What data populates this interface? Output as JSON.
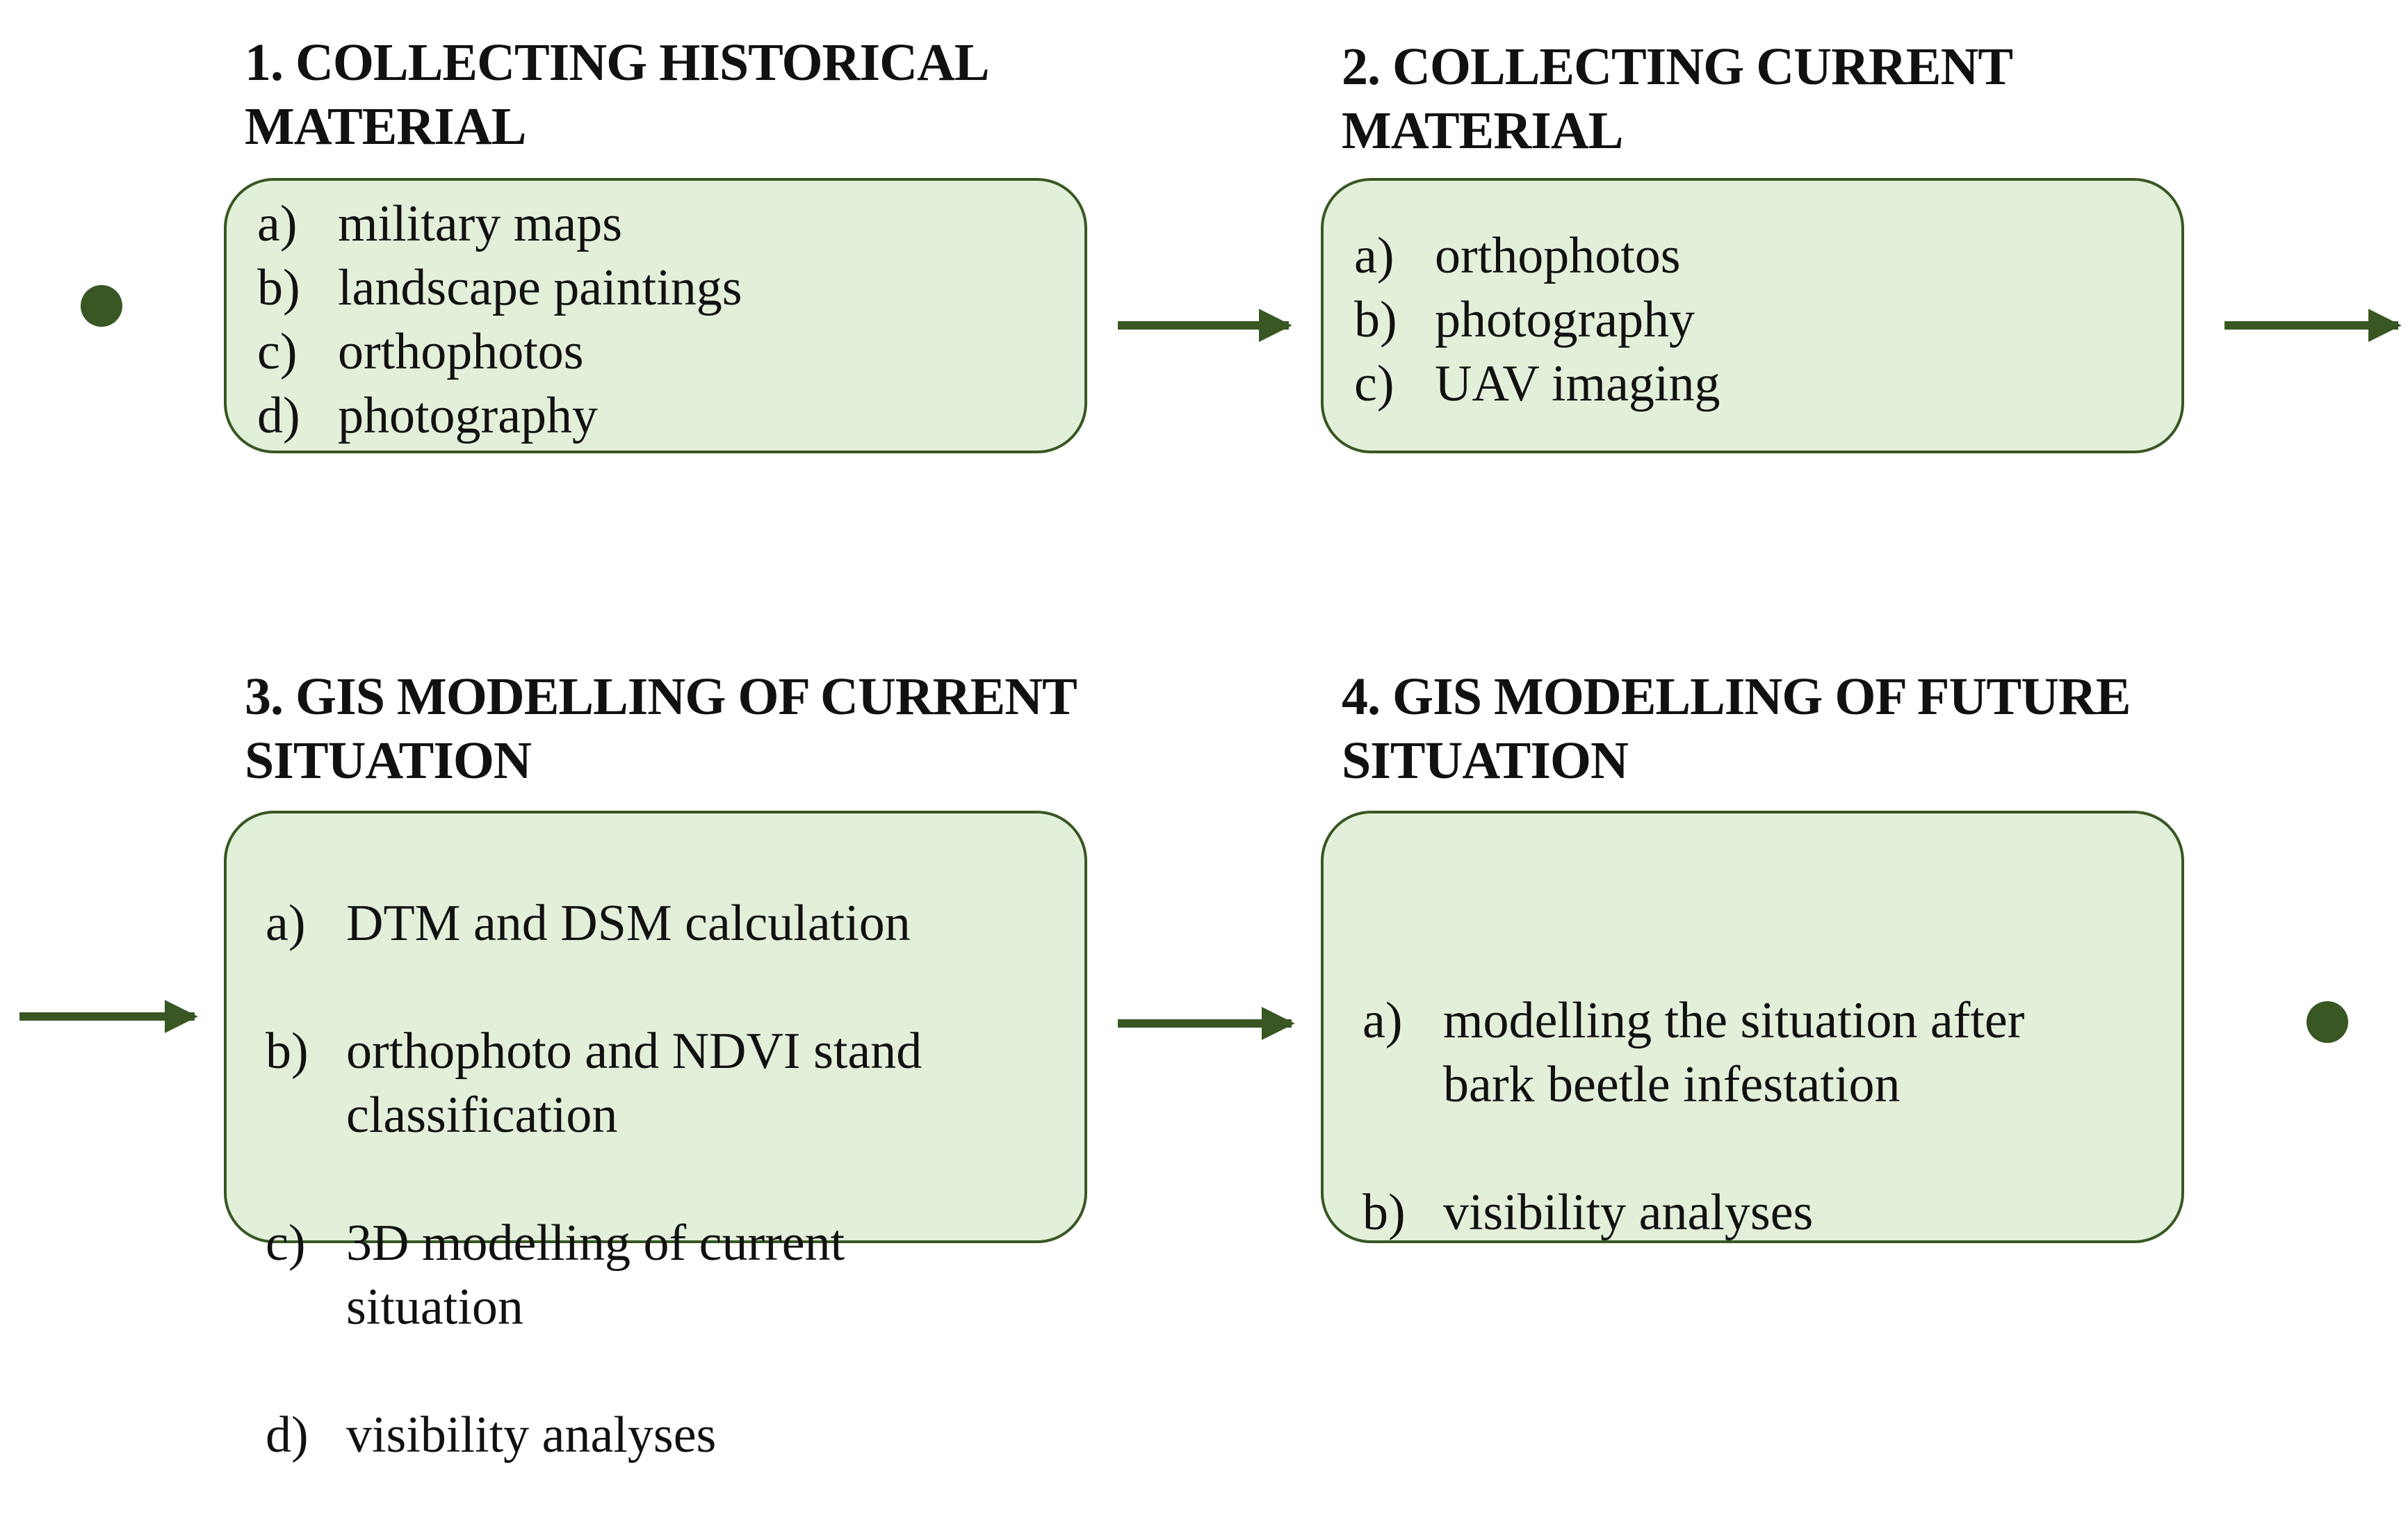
{
  "colors": {
    "box_fill": "#e2efd9",
    "box_border": "#385723",
    "arrow": "#385723",
    "dot": "#385723",
    "text": "#111111"
  },
  "steps": [
    {
      "title": "1. COLLECTING HISTORICAL\nMATERIAL",
      "items": [
        {
          "marker": "a)",
          "text": "military  maps"
        },
        {
          "marker": "b)",
          "text": "landscape paintings"
        },
        {
          "marker": "c)",
          "text": "orthophotos"
        },
        {
          "marker": "d)",
          "text": "photography"
        }
      ]
    },
    {
      "title": "2. COLLECTING CURRENT\nMATERIAL",
      "items": [
        {
          "marker": "a)",
          "text": "orthophotos"
        },
        {
          "marker": "b)",
          "text": "photography"
        },
        {
          "marker": "c)",
          "text": "UAV imaging"
        }
      ]
    },
    {
      "title": "3. GIS MODELLING OF CURRENT\nSITUATION",
      "items": [
        {
          "marker": "a)",
          "text": "DTM and DSM calculation"
        },
        {
          "marker": "b)",
          "text": "orthophoto and NDVI stand\nclassification"
        },
        {
          "marker": "c)",
          "text": "3D modelling  of current\nsituation"
        },
        {
          "marker": "d)",
          "text": "visibility  analyses"
        }
      ]
    },
    {
      "title": "4. GIS MODELLING OF FUTURE\nSITUATION",
      "items": [
        {
          "marker": "a)",
          "text": "modelling  the situation  after\nbark beetle infestation"
        },
        {
          "marker": "b)",
          "text": "visibility  analyses"
        }
      ]
    }
  ]
}
